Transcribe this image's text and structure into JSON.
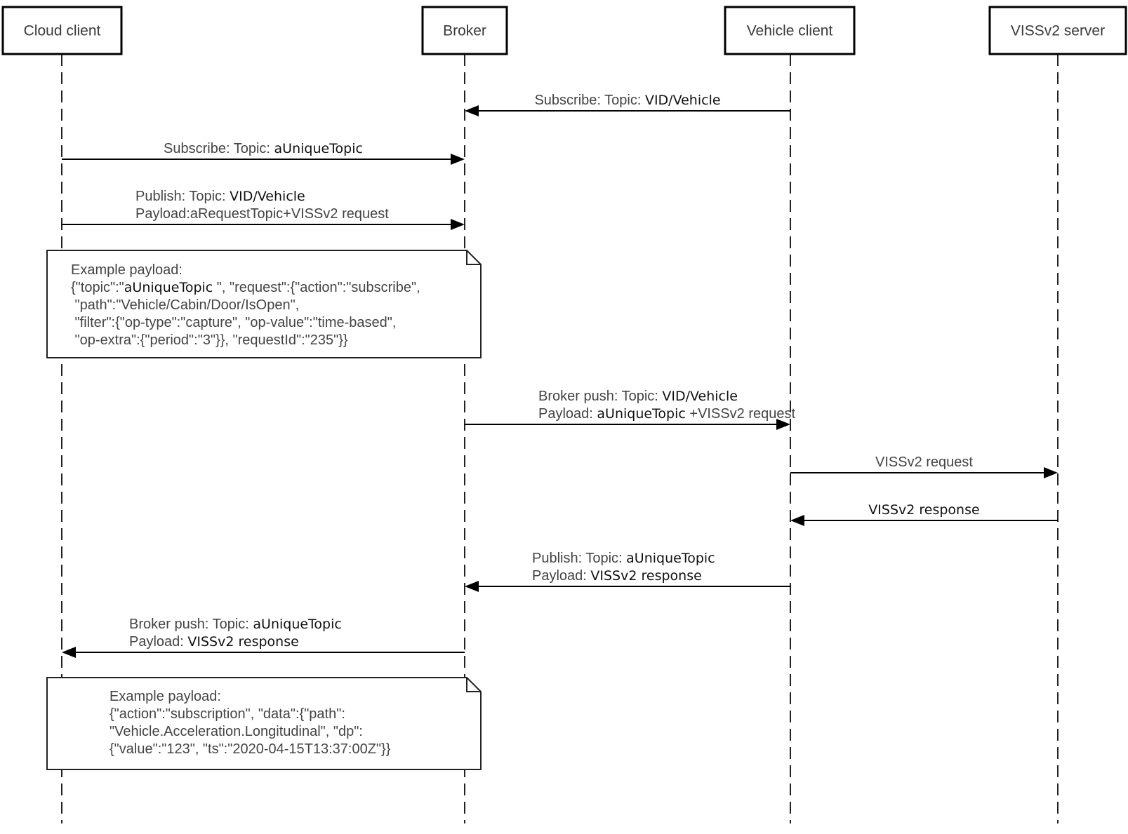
{
  "actors": [
    {
      "id": "cloud",
      "label": "Cloud client"
    },
    {
      "id": "broker",
      "label": "Broker"
    },
    {
      "id": "vehicle",
      "label": "Vehicle client"
    },
    {
      "id": "server",
      "label": "VISSv2 server"
    }
  ],
  "messages": [
    {
      "from": "vehicle",
      "to": "broker",
      "lines": [
        [
          {
            "t": "Subscribe: Topic: "
          },
          {
            "t": "VID/Vehicle",
            "v": true
          }
        ]
      ]
    },
    {
      "from": "cloud",
      "to": "broker",
      "lines": [
        [
          {
            "t": "Subscribe: Topic: "
          },
          {
            "t": "aUniqueTopic",
            "v": true
          }
        ]
      ]
    },
    {
      "from": "cloud",
      "to": "broker",
      "lines": [
        [
          {
            "t": "Publish: Topic: "
          },
          {
            "t": "VID/Vehicle",
            "v": true
          }
        ],
        [
          {
            "t": "Payload:aRequestTopic+VISSv2 request"
          }
        ]
      ]
    },
    {
      "from": "broker",
      "to": "vehicle",
      "lines": [
        [
          {
            "t": "Broker push: Topic: "
          },
          {
            "t": "VID/Vehicle",
            "v": true
          }
        ],
        [
          {
            "t": "Payload: "
          },
          {
            "t": "aUniqueTopic",
            "v": true
          },
          {
            "t": " +VISSv2 request"
          }
        ]
      ]
    },
    {
      "from": "vehicle",
      "to": "server",
      "lines": [
        [
          {
            "t": "VISSv2 request"
          }
        ]
      ]
    },
    {
      "from": "server",
      "to": "vehicle",
      "lines": [
        [
          {
            "t": "VISSv2 response",
            "v": true
          }
        ]
      ]
    },
    {
      "from": "vehicle",
      "to": "broker",
      "lines": [
        [
          {
            "t": "Publish: Topic: "
          },
          {
            "t": "aUniqueTopic",
            "v": true
          }
        ],
        [
          {
            "t": "Payload: "
          },
          {
            "t": "VISSv2 response",
            "v": true
          }
        ]
      ]
    },
    {
      "from": "broker",
      "to": "cloud",
      "lines": [
        [
          {
            "t": "Broker push: Topic: "
          },
          {
            "t": "aUniqueTopic",
            "v": true
          }
        ],
        [
          {
            "t": "Payload: "
          },
          {
            "t": "VISSv2 response",
            "v": true
          }
        ]
      ]
    }
  ],
  "notes": [
    {
      "after_message": 2,
      "lines": [
        [
          {
            "t": "Example payload:"
          }
        ],
        [
          {
            "t": "{\"topic\":\""
          },
          {
            "t": "aUniqueTopic",
            "v": true
          },
          {
            "t": " \", \"request\":{\"action\":\"subscribe\","
          }
        ],
        [
          {
            "t": " \"path\":\"Vehicle/Cabin/Door/IsOpen\","
          }
        ],
        [
          {
            "t": " \"filter\":{\"op-type\":\"capture\", \"op-value\":\"time-based\","
          }
        ],
        [
          {
            "t": " \"op-extra\":{\"period\":\"3\"}}, \"requestId\":\"235\"}}"
          }
        ]
      ]
    },
    {
      "after_message": 7,
      "lines": [
        [
          {
            "t": "Example payload:"
          }
        ],
        [
          {
            "t": "{\"action\":\"subscription\", \"data\":{\"path\":"
          }
        ],
        [
          {
            "t": "\"Vehicle.Acceleration.Longitudinal\", \"dp\":"
          }
        ],
        [
          {
            "t": "{\"value\":\"123\", \"ts\":\"2020-04-15T13:37:00Z\"}}"
          }
        ]
      ]
    }
  ]
}
